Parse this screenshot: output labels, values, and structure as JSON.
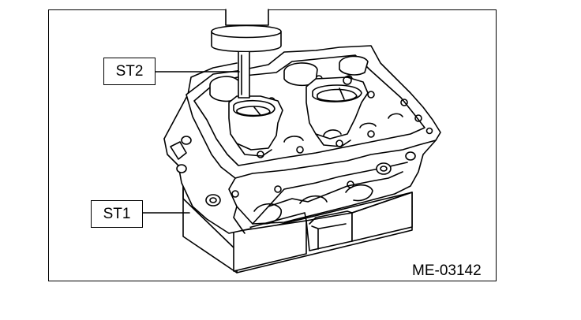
{
  "callouts": {
    "st2": "ST2",
    "st1": "ST1"
  },
  "figure_code": "ME-03142",
  "colors": {
    "line": "#000000",
    "background": "#ffffff"
  }
}
